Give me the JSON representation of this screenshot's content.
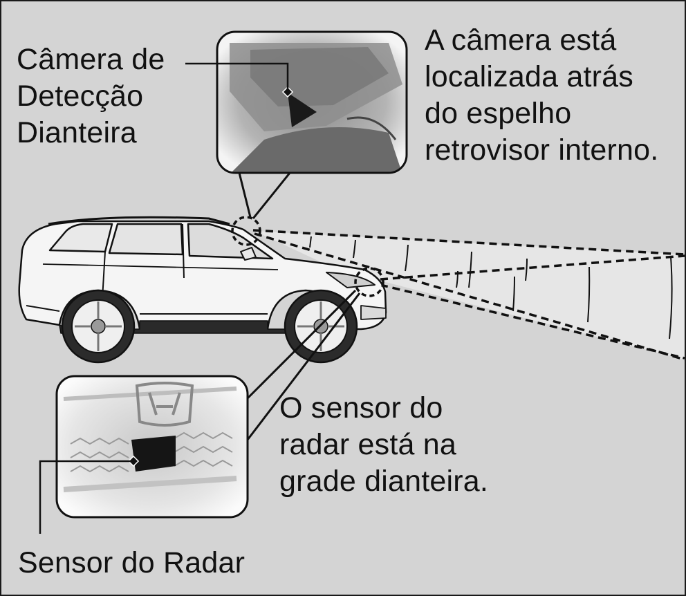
{
  "labels": {
    "camera_name": [
      "Câmera de",
      "Detecção",
      "Dianteira"
    ],
    "camera_location": [
      "A câmera está",
      "localizada atrás",
      "do espelho",
      "retrovisor interno."
    ],
    "radar_location": [
      "O sensor do",
      "radar está na",
      "grade dianteira."
    ],
    "radar_name": "Sensor do Radar"
  },
  "colors": {
    "background": "#d4d4d4",
    "ink": "#111111",
    "vehicle_body": "#f4f4f4",
    "detection_zone": "#e8e8e8"
  },
  "icons": [
    "vehicle-illustration",
    "windshield-camera-inset",
    "front-grille-inset"
  ]
}
